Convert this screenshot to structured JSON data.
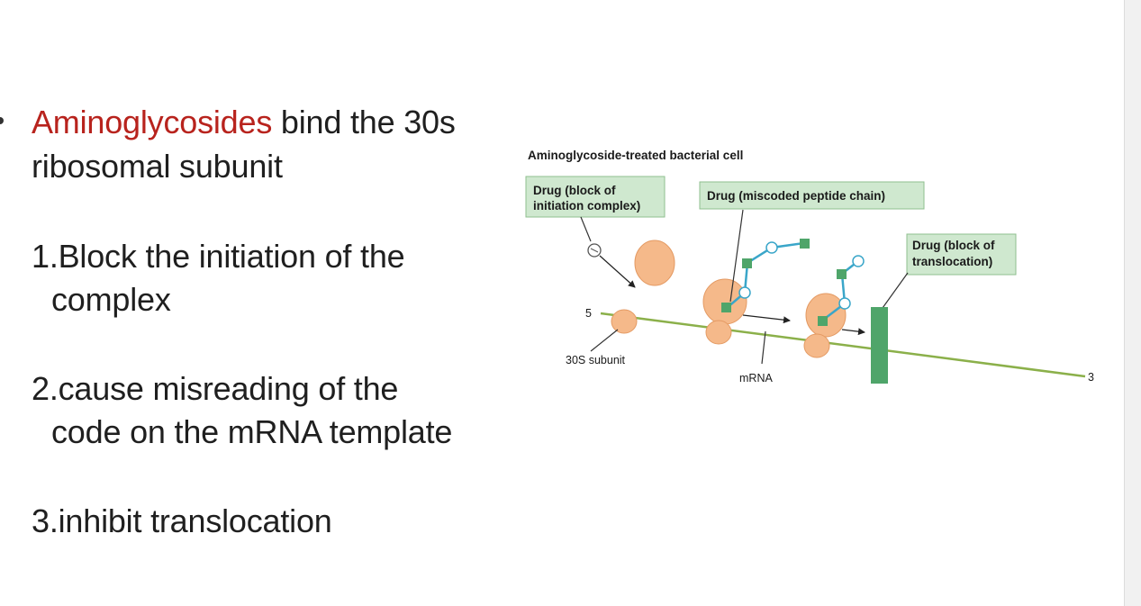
{
  "slide": {
    "heading_accent": "Aminoglycosides",
    "heading_rest": " bind the 30s",
    "heading_line2": "ribosomal subunit",
    "points": [
      {
        "line1": "1.Block the initiation of the",
        "line2": "complex"
      },
      {
        "line1": "2.cause misreading of the",
        "line2": "code on the mRNA template"
      },
      {
        "line1": "3.inhibit translocation",
        "line2": ""
      }
    ]
  },
  "diagram": {
    "title": "Aminoglycoside-treated bacterial cell",
    "box_initiation_line1": "Drug (block of",
    "box_initiation_line2": "initiation complex)",
    "box_miscoded": "Drug (miscoded peptide chain)",
    "box_translocation_line1": "Drug (block of",
    "box_translocation_line2": "translocation)",
    "five_prime": "5",
    "three_prime": "3",
    "subunit_label": "30S subunit",
    "mrna_label": "mRNA"
  },
  "colors": {
    "accent_text": "#b8231d",
    "label_box_fill": "#cfe8cf",
    "ribosome": "#f5b98a",
    "drug_bar": "#4fa56a",
    "mrna_line": "#8bb04a",
    "peptide_link": "#3aa6c9"
  }
}
